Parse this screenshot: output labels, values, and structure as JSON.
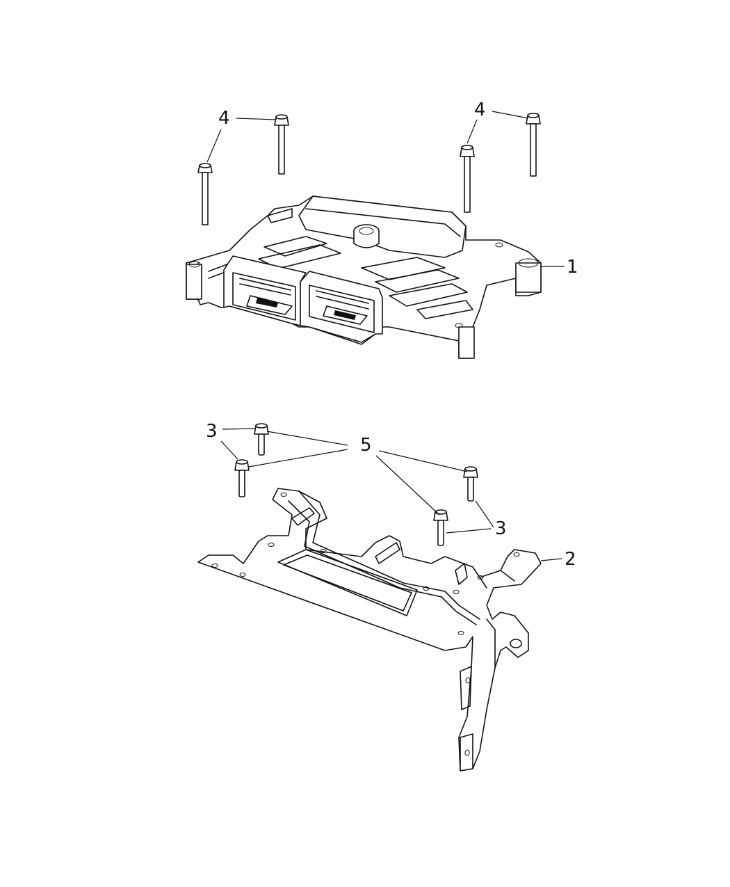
{
  "callouts": {
    "ecm": "1",
    "bracket": "2",
    "bolt_short_left": "3",
    "bolt_short_right": "3",
    "bolt_long_left": "4",
    "bolt_long_right": "4",
    "bolt_short_label": "5"
  }
}
